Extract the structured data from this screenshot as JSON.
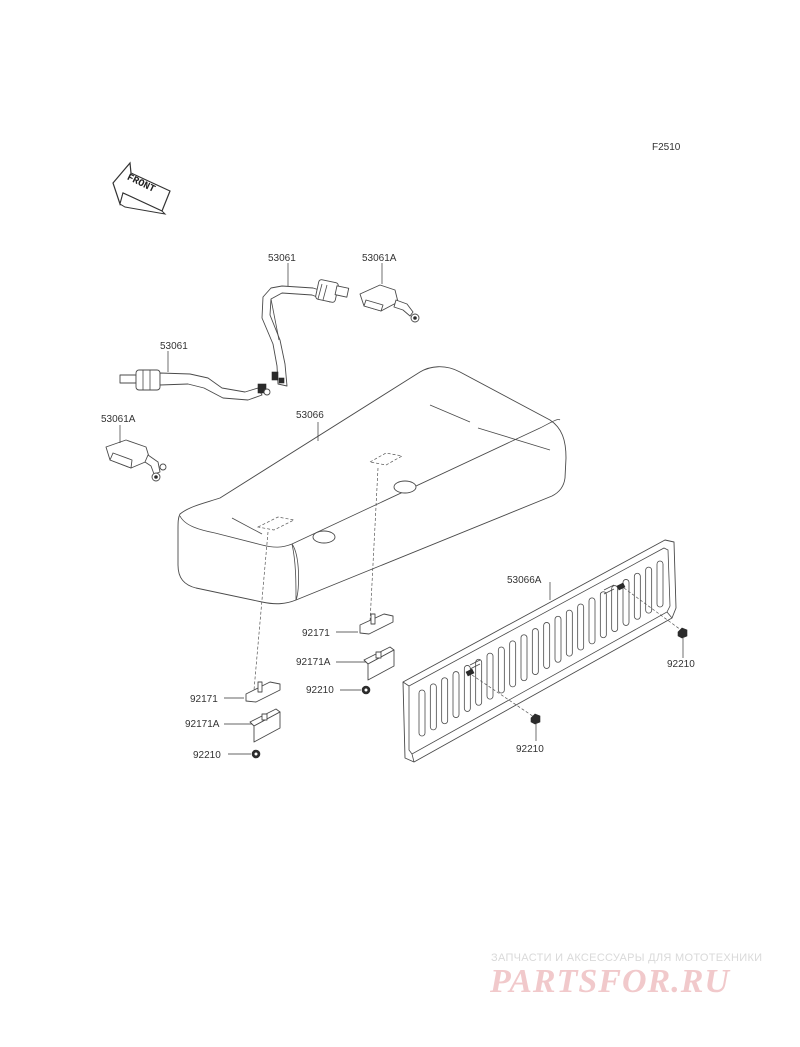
{
  "figure_code": "F2510",
  "front_arrow_text": "FRONT",
  "parts": {
    "belt_upper": "53061",
    "buckle_upper": "53061A",
    "belt_lower": "53061",
    "buckle_lower": "53061A",
    "seat": "53066",
    "bracket_right": "92171",
    "bracket_right_a": "92171A",
    "nut_right": "92210",
    "bracket_left": "92171",
    "bracket_left_a": "92171A",
    "nut_left": "92210",
    "backrest": "53066A",
    "nut_backrest_right": "92210",
    "nut_backrest_left": "92210"
  },
  "watermark": {
    "caption": "ЗАПЧАСТИ И АКСЕССУАРЫ ДЛЯ МОТОТЕХНИКИ",
    "logo": "PARTSFOR.RU"
  }
}
